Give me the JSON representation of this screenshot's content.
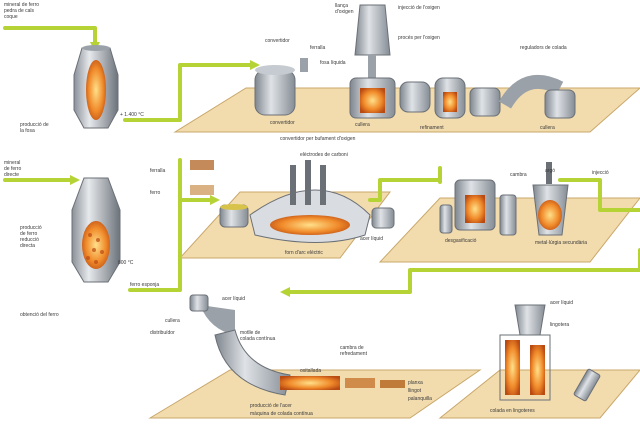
{
  "colors": {
    "platform": "#f2dcae",
    "platform_edge": "#c9a76a",
    "flow_arrow": "#b5d334",
    "steel": "#a7aeb5",
    "molten": "#f08a2a"
  },
  "labels": {
    "top_left_input": "mineral de ferro\npedra de cals\ncoque",
    "blast_furnace": "producció de\nla fosa",
    "temp_1400": "+ 1.400 °C",
    "direct_input": "mineral\nde ferro\ndirecte",
    "direct_reduction": "producció\nde ferro\nreducció\ndirecta",
    "temp_800": "800 °C",
    "direct_iron_label": "obtenció del ferro",
    "converter": "convertidor",
    "scrap": "ferralla",
    "molten_iron": "fosa líquida",
    "oxygen_lance": "llança\nd'oxigen",
    "oxygen_injection": "injecció de l'oxigen",
    "oxygen_process": "procés per l'oxigen",
    "converter_stage": "convertidor",
    "tilted_converter": "cullera",
    "ladle": "cullera",
    "refining": "refinament",
    "furnace_top_label": "reguladors de colada",
    "platform1_caption": "convertidor per bufament d'oxigen",
    "arc_electrodes": "elèctrodes de carboni",
    "arc_furnace": "forn d'arc elèctric",
    "scrap2": "ferralla",
    "sponge_iron": "ferro",
    "molten_steel_a": "acer líquid",
    "vacuum_chamber": "cambra",
    "vacuum_label": "desgasificació",
    "argon": "argó",
    "platform2_caption_right": "metal·lúrgia secundària",
    "steel_fill": "cullera",
    "injection": "injecció",
    "sponge_label": "ferro esponja",
    "continuous_casting_top": "acer líquid",
    "tundish": "cullera",
    "distributor": "distribuïdor",
    "mould": "motlle de\ncolada contínua",
    "secondary_cooling": "cambra de\nrefredament",
    "cutting": "oxitallada",
    "slab": "planxa",
    "bloom": "llingot",
    "billet": "palanquilla",
    "conversion_label": "producció de l'acer",
    "platform3_caption": "màquina de colada contínua",
    "ingot_ladle": "acer líquid",
    "ingot_mould": "lingotera",
    "platform4_caption": "colada en lingoteres"
  }
}
